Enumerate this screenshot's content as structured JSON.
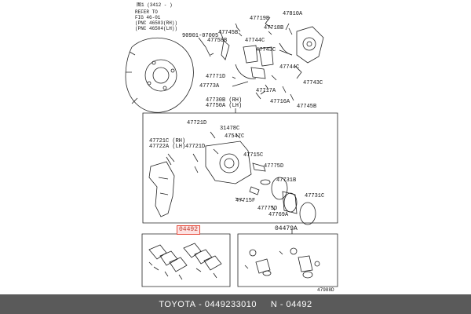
{
  "header": {
    "page_code": "图1 (3412 - )"
  },
  "refer_note": [
    "REFER TO",
    "FIG 46-01",
    "(PNC 46503(RH))",
    "(PNC 46504(LH))"
  ],
  "parts": {
    "p47719B": "47719B",
    "p47810A": "47810A",
    "p47745B_top": "47745B",
    "p47718B": "47718B",
    "p90901": "90901-07005",
    "p47758B": "47758B",
    "p47744C_1": "47744C",
    "p47743C_1": "47743C",
    "p47744C_2": "47744C",
    "p47743C_2": "47743C",
    "p47771D": "47771D",
    "p47773A": "47773A",
    "p47717A": "47717A",
    "p47716A": "47716A",
    "p47745B_r": "47745B",
    "p47730B": "47730B (RH)",
    "p47750A": "47750A (LH)",
    "p47721D_1": "47721D",
    "p31478C": "31478C",
    "p47547C": "47547C",
    "p47721C": "47721C (RH)",
    "p47722A": "47722A (LH)",
    "p47721D_2": "47721D",
    "p47715C": "47715C",
    "p47775D_1": "47775D",
    "p47731B": "47731B",
    "p47715F": "47715F",
    "p47775D_2": "47775D",
    "p47731C": "47731C",
    "p47769A": "47769A",
    "p04479A": "04479A",
    "fig_id": "47988D"
  },
  "highlight_part": "04492",
  "footer": {
    "brand": "TOYOTA",
    "sep1": " - ",
    "part_number": "0449233010",
    "sep2": "     N - ",
    "ref": "04492"
  },
  "colors": {
    "highlight_border": "#e74c3c",
    "highlight_fill": "#fde2e2",
    "footer_bg": "#5a5a5a"
  }
}
